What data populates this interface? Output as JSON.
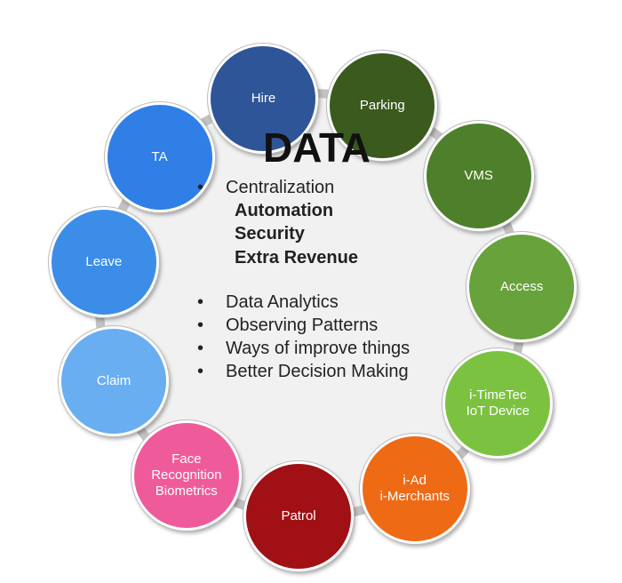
{
  "center": {
    "title": "DATA",
    "bullet_char": "•",
    "primary_bullet": "Centralization",
    "sub_items": [
      "Automation",
      "Security",
      "Extra Revenue"
    ],
    "secondary_bullets": [
      "Data Analytics",
      "Observing Patterns",
      "Ways of improve things",
      "Better Decision Making"
    ]
  },
  "nodes": [
    {
      "key": "hire",
      "label": "Hire",
      "color": "#2e5597"
    },
    {
      "key": "parking",
      "label": "Parking",
      "color": "#3a5a1e"
    },
    {
      "key": "vms",
      "label": "VMS",
      "color": "#4e7f2a"
    },
    {
      "key": "access",
      "label": "Access",
      "color": "#67a23a"
    },
    {
      "key": "i-timetec-iot-device",
      "label": "i-TimeTec\nIoT Device",
      "color": "#7cc241"
    },
    {
      "key": "i-ad-i-merchants",
      "label": "i-Ad\ni-Merchants",
      "color": "#ee6a15"
    },
    {
      "key": "patrol",
      "label": "Patrol",
      "color": "#a01014"
    },
    {
      "key": "face-recognition-biometrics",
      "label": "Face\nRecognition\nBiometrics",
      "color": "#ef5b9a"
    },
    {
      "key": "claim",
      "label": "Claim",
      "color": "#69aef0"
    },
    {
      "key": "leave",
      "label": "Leave",
      "color": "#3c8de8"
    },
    {
      "key": "ta",
      "label": "TA",
      "color": "#2f7fe6"
    }
  ],
  "colors": {
    "ring": "#c2c2c2",
    "center_fill": "#f1f1f1"
  }
}
